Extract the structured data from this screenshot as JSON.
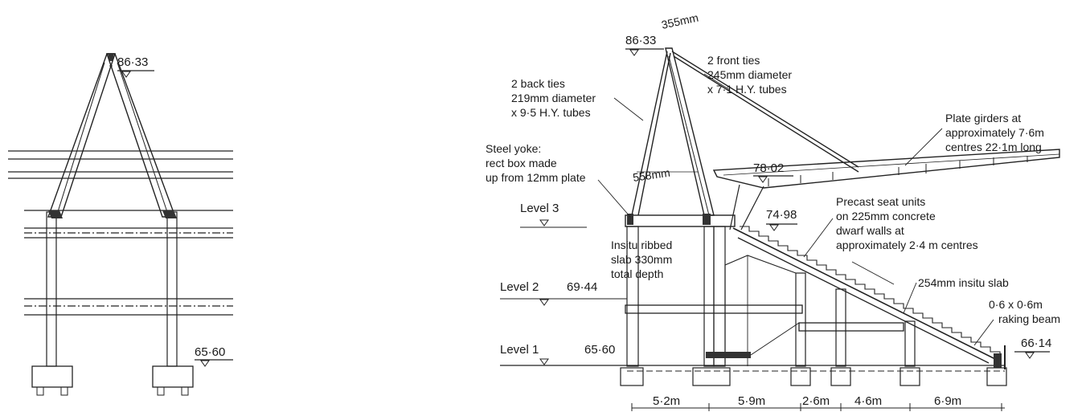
{
  "diagram": {
    "front_elevation": {
      "top_level": "86·33",
      "ground_level": "65·60"
    },
    "section": {
      "levels": {
        "level_3_label": "Level 3",
        "level_2_label": "Level 2",
        "level_1_label": "Level 1",
        "top_mast": "86·33",
        "roof_front": "78·02",
        "level_3_value": "74·98",
        "level_2_value": "69·44",
        "level_1_value": "65·60",
        "front_edge": "66·14"
      },
      "dimensions": {
        "mast_top": "355mm",
        "yoke_depth": "558mm",
        "bay_1": "5·2m",
        "bay_2": "5·9m",
        "bay_3": "2·6m",
        "bay_4": "4·6m",
        "bay_5": "6·9m"
      },
      "annotations": {
        "back_ties": [
          "2 back ties",
          "219mm diameter",
          "x 9·5 H.Y. tubes"
        ],
        "front_ties": [
          "2 front ties",
          "245mm diameter",
          "x 7·1 H.Y. tubes"
        ],
        "plate_girders": [
          "Plate girders at",
          "approximately 7·6m",
          "centres 22·1m long"
        ],
        "steel_yoke": [
          "Steel yoke:",
          "rect box made",
          "up from 12mm plate"
        ],
        "precast_seats": [
          "Precast seat units",
          "on 225mm concrete",
          "dwarf walls at",
          "approximately 2·4 m centres"
        ],
        "insitu_slab": [
          "Insitu ribbed",
          "slab 330mm",
          "total depth"
        ],
        "slab_254": "254mm insitu slab",
        "raking_beam": [
          "0·6 x 0·6m",
          "raking beam"
        ]
      }
    }
  }
}
